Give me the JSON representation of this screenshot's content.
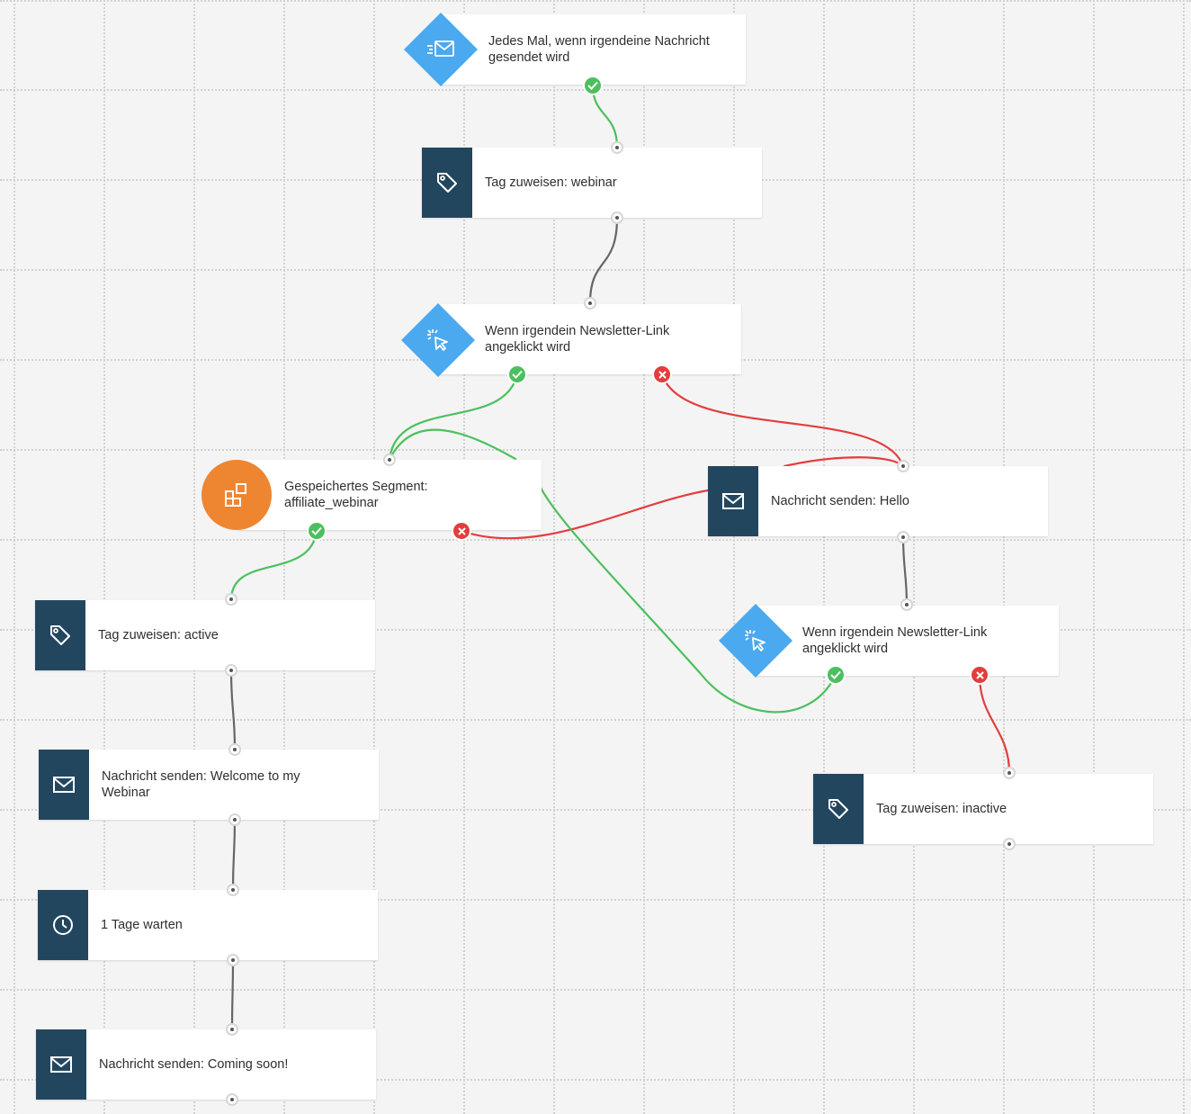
{
  "workflow": {
    "nodes": [
      {
        "id": "trigger-message-sent",
        "type": "trigger",
        "icon": "message-sent-icon",
        "label": "Jedes Mal, wenn irgendeine Nachricht gesendet wird"
      },
      {
        "id": "tag-webinar",
        "type": "action",
        "icon": "tag-icon",
        "label": "Tag zuweisen: webinar"
      },
      {
        "id": "condition-link-clicked-1",
        "type": "condition",
        "icon": "click-cursor-icon",
        "label": "Wenn irgendein Newsletter-Link angeklickt wird"
      },
      {
        "id": "segment-affiliate",
        "type": "condition",
        "icon": "segment-icon",
        "label": "Gespeichertes Segment: affiliate_webinar"
      },
      {
        "id": "send-hello",
        "type": "action",
        "icon": "envelope-icon",
        "label": "Nachricht senden: Hello"
      },
      {
        "id": "condition-link-clicked-2",
        "type": "condition",
        "icon": "click-cursor-icon",
        "label": "Wenn irgendein Newsletter-Link angeklickt wird"
      },
      {
        "id": "tag-active",
        "type": "action",
        "icon": "tag-icon",
        "label": "Tag zuweisen: active"
      },
      {
        "id": "send-welcome",
        "type": "action",
        "icon": "envelope-icon",
        "label": "Nachricht senden: Welcome to my Webinar"
      },
      {
        "id": "wait-1-day",
        "type": "action",
        "icon": "clock-icon",
        "label": "1 Tage warten"
      },
      {
        "id": "send-coming-soon",
        "type": "action",
        "icon": "envelope-icon",
        "label": "Nachricht senden: Coming soon!"
      },
      {
        "id": "tag-inactive",
        "type": "action",
        "icon": "tag-icon",
        "label": "Tag zuweisen: inactive"
      }
    ]
  },
  "colors": {
    "yes": "#4cc05e",
    "no": "#e43d3d",
    "neutral_wire": "#666666",
    "trigger_diamond": "#4aa9ef",
    "action_square": "#23465f",
    "segment_circle": "#ee8631"
  }
}
